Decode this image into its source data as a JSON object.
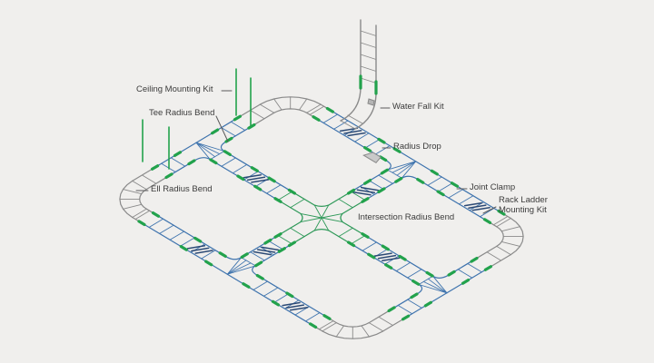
{
  "diagram": {
    "background": "#f0efed",
    "colors": {
      "ladder_gray": "#8a8a8a",
      "ladder_blue": "#3f74ae",
      "clamp_green": "#22a24c",
      "intersection_green": "#2f9959",
      "splice_navy": "#2c4a75",
      "rod_green": "#22a24c",
      "leader": "#5a5a5a",
      "label_text": "#3b3b3b",
      "drop_fill": "#c9c9c9"
    },
    "labels": {
      "ceiling_mounting_kit": "Ceiling Mounting Kit",
      "tee_radius_bend": "Tee Radius Bend",
      "ell_radius_bend": "Ell Radius Bend",
      "water_fall_kit": "Water Fall Kit",
      "radius_drop": "Radius Drop",
      "joint_clamp": "Joint Clamp",
      "rack_ladder_line1": "Rack Ladder",
      "rack_ladder_line2": "Mounting Kit",
      "intersection_radius_bend": "Intersection Radius Bend"
    }
  }
}
